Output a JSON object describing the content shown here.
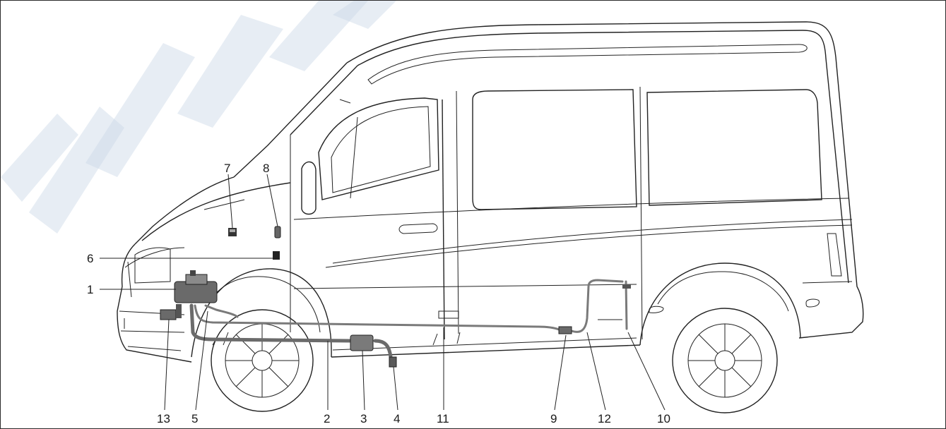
{
  "diagram": {
    "callouts": [
      {
        "id": "c1",
        "label": "1"
      },
      {
        "id": "c2",
        "label": "2"
      },
      {
        "id": "c3",
        "label": "3"
      },
      {
        "id": "c4",
        "label": "4"
      },
      {
        "id": "c5",
        "label": "5"
      },
      {
        "id": "c6",
        "label": "6"
      },
      {
        "id": "c7",
        "label": "7"
      },
      {
        "id": "c8",
        "label": "8"
      },
      {
        "id": "c9",
        "label": "9"
      },
      {
        "id": "c10",
        "label": "10"
      },
      {
        "id": "c11",
        "label": "11"
      },
      {
        "id": "c12",
        "label": "12"
      },
      {
        "id": "c13",
        "label": "13"
      }
    ],
    "colors": {
      "line": "#222222",
      "pipe": "#6b6b6b",
      "watermark": "#c9d6e6"
    }
  }
}
